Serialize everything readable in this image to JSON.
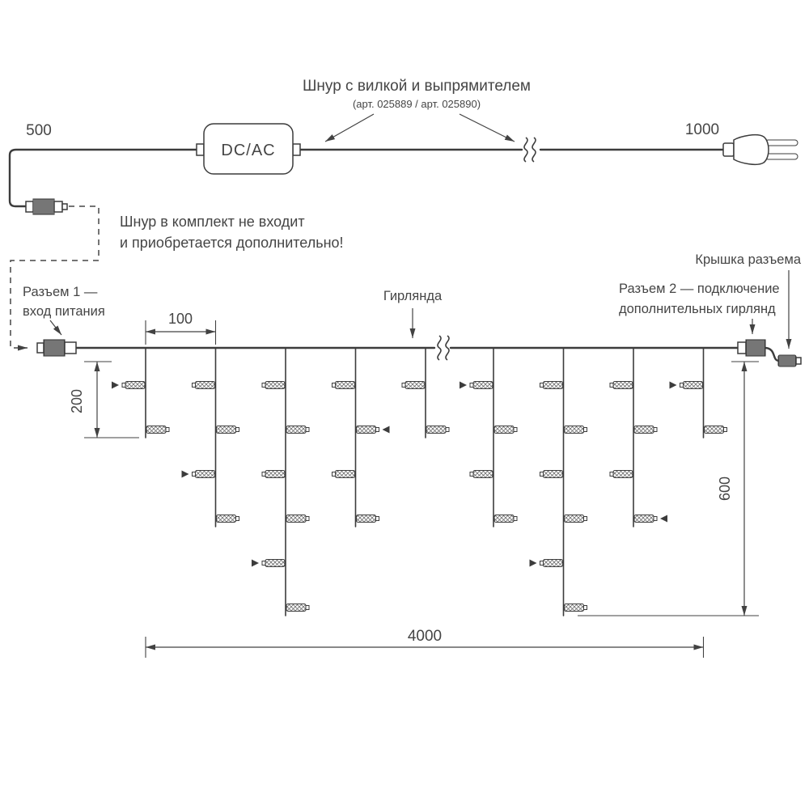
{
  "cord": {
    "title": "Шнур с вилкой и выпрямителем",
    "subtitle": "(арт. 025889 / арт. 025890)",
    "converter_label": "DC/AC",
    "dim_left": "500",
    "dim_right": "1000"
  },
  "note": {
    "line1": "Шнур в комплект не входит",
    "line2": "и приобретается дополнительно!"
  },
  "garland": {
    "connector1_label_line1": "Разъем 1 —",
    "connector1_label_line2": "вход питания",
    "garland_label": "Гирлянда",
    "connector2_label_line1": "Разъем 2 — подключение",
    "connector2_label_line2": "дополнительных гирлянд",
    "cap_label": "Крышка разъема",
    "dim_spacing": "100",
    "dim_first_drop": "200",
    "dim_drop_max": "600",
    "dim_total": "4000"
  },
  "diagram": {
    "drop_lamp_counts": [
      2,
      4,
      6,
      4,
      2,
      4,
      6,
      4,
      2
    ],
    "flash_markers": [
      [
        1,
        1
      ],
      [
        2,
        3
      ],
      [
        3,
        5
      ],
      [
        4,
        2
      ],
      [
        6,
        1
      ],
      [
        7,
        5
      ],
      [
        8,
        4
      ],
      [
        9,
        1
      ]
    ]
  }
}
